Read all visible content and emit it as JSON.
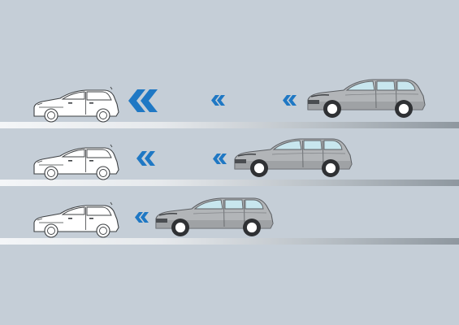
{
  "colors": {
    "background": "#c5ced7",
    "road_light": "#eef1f4",
    "road_dark": "#9aa3ab",
    "lead_car_body": "#ffffff",
    "lead_car_outline": "#3d4043",
    "suv_body": "#b2b5b8",
    "suv_shade": "#8f9296",
    "suv_window": "#c8e6ee",
    "arrow_blue": "#1f78c4"
  },
  "scenes": [
    {
      "gap": "large",
      "lead_vehicle": "hatchback",
      "following_vehicle": "suv",
      "arrow_groups": [
        "large-chevron-icon",
        "small-chevron-icon",
        "small-chevron-icon"
      ]
    },
    {
      "gap": "medium",
      "lead_vehicle": "hatchback",
      "following_vehicle": "suv",
      "arrow_groups": [
        "medium-chevron-icon",
        "small-chevron-icon"
      ]
    },
    {
      "gap": "small",
      "lead_vehicle": "hatchback",
      "following_vehicle": "suv",
      "arrow_groups": [
        "small-chevron-icon"
      ]
    }
  ]
}
